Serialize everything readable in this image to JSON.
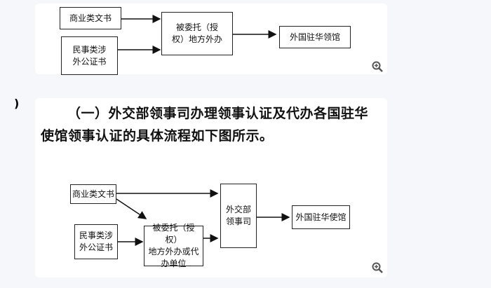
{
  "top_diagram": {
    "box_commercial": "商业类文书",
    "box_civil": "民事类涉\n外公证书",
    "box_entrusted": "被委托（授\n权）地方外办",
    "box_embassy": "外国驻华领馆"
  },
  "heading": {
    "paren_mark": ")",
    "text": "（一）外交部领事司办理领事认证及代办各国驻华使馆领事认证的具体流程如下图所示。"
  },
  "bottom_diagram": {
    "box_commercial": "商业类文书",
    "box_civil": "民事类涉\n外公证书",
    "box_entrusted": "被委托（授权）\n地方外办或代\n办单位",
    "box_mfa": "外交部\n领事司",
    "box_embassy": "外国驻华使馆"
  },
  "icons": {
    "zoom": "zoom-in-icon"
  }
}
